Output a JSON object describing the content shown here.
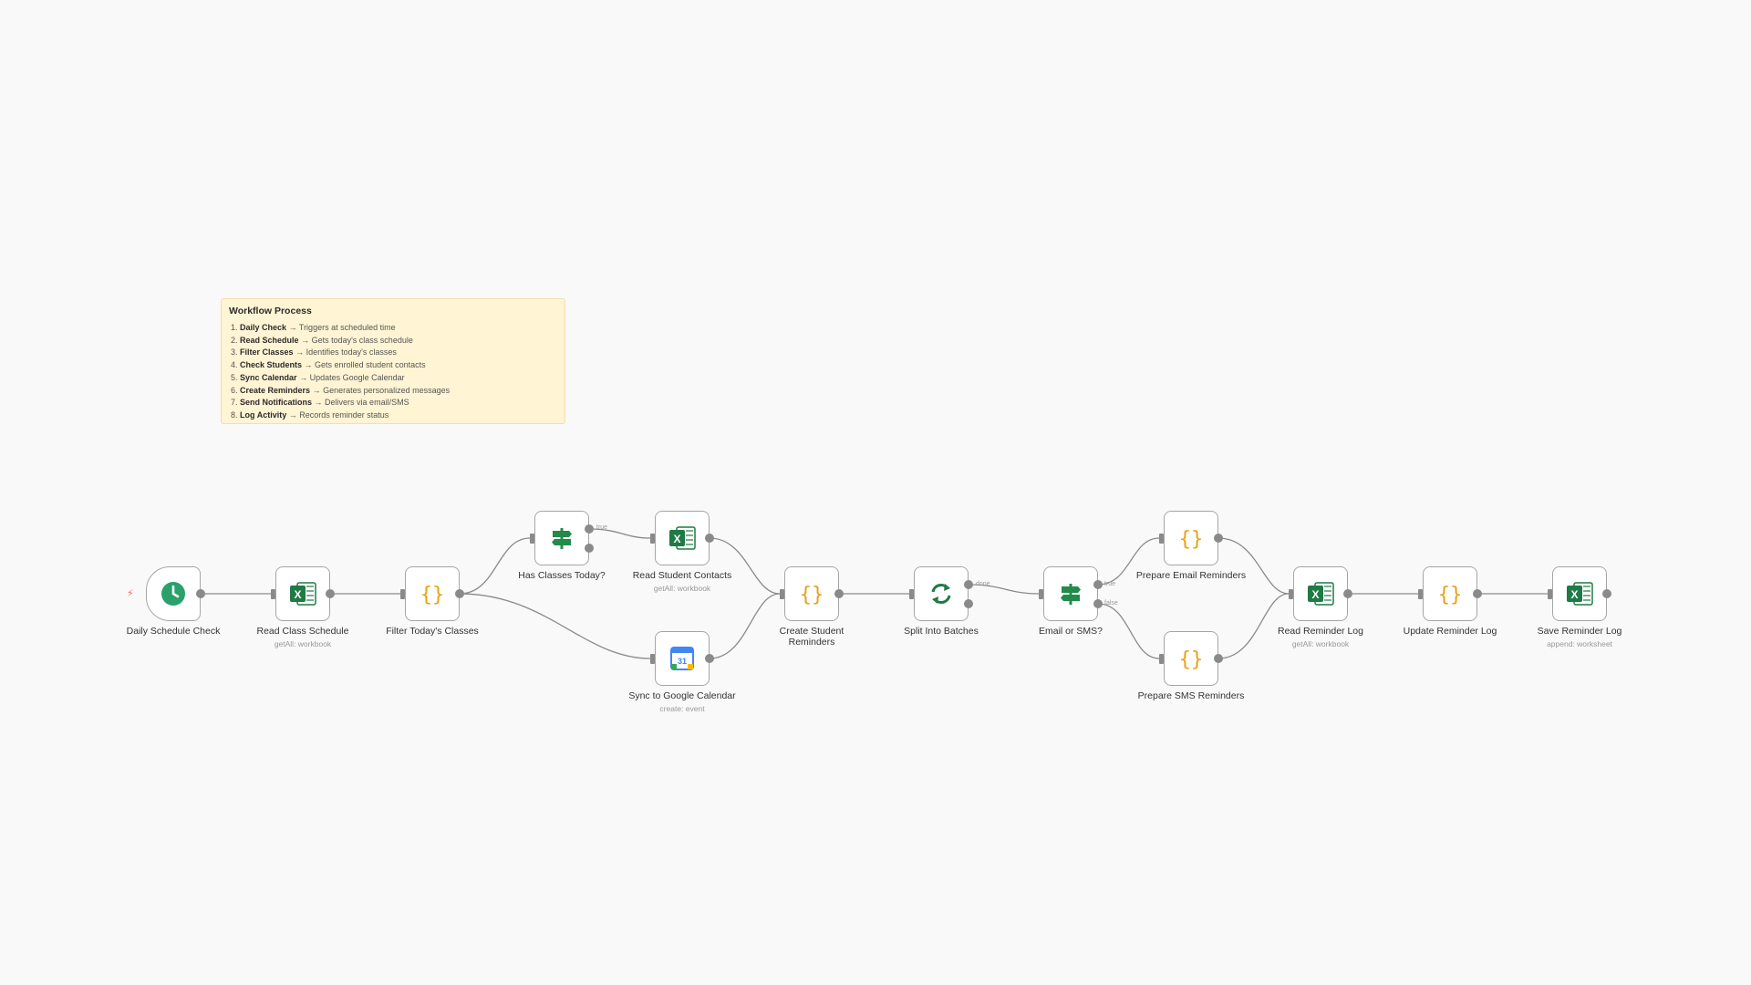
{
  "sticky": {
    "title": "Workflow Process",
    "items": [
      {
        "num": "1.",
        "bold": "Daily Check",
        "rest": " → Triggers at scheduled time"
      },
      {
        "num": "2.",
        "bold": "Read Schedule",
        "rest": " → Gets today's class schedule"
      },
      {
        "num": "3.",
        "bold": "Filter Classes",
        "rest": " → Identifies today's classes"
      },
      {
        "num": "4.",
        "bold": "Check Students",
        "rest": " → Gets enrolled student contacts"
      },
      {
        "num": "5.",
        "bold": "Sync Calendar",
        "rest": " → Updates Google Calendar"
      },
      {
        "num": "6.",
        "bold": "Create Reminders",
        "rest": " → Generates personalized messages"
      },
      {
        "num": "7.",
        "bold": "Send Notifications",
        "rest": " → Delivers via email/SMS"
      },
      {
        "num": "8.",
        "bold": "Log Activity",
        "rest": " → Records reminder status"
      }
    ]
  },
  "nodes": {
    "daily_schedule_check": {
      "label": "Daily Schedule Check",
      "icon": "clock-icon"
    },
    "read_class_schedule": {
      "label": "Read Class Schedule",
      "sub": "getAll: workbook",
      "icon": "excel-icon"
    },
    "filter_todays_classes": {
      "label": "Filter Today's Classes",
      "icon": "code-braces-icon"
    },
    "has_classes_today": {
      "label": "Has Classes Today?",
      "icon": "signpost-icon"
    },
    "read_student_contacts": {
      "label": "Read Student Contacts",
      "sub": "getAll: workbook",
      "icon": "excel-icon"
    },
    "sync_google_calendar": {
      "label": "Sync to Google Calendar",
      "sub": "create: event",
      "icon": "google-calendar-icon",
      "icon_text": "31"
    },
    "create_student_reminders": {
      "label_line1": "Create Student",
      "label_line2": "Reminders",
      "icon": "code-braces-icon"
    },
    "split_into_batches": {
      "label": "Split Into Batches",
      "icon": "loop-icon"
    },
    "email_or_sms": {
      "label": "Email or SMS?",
      "icon": "signpost-icon"
    },
    "prepare_email_reminders": {
      "label": "Prepare Email Reminders",
      "icon": "code-braces-icon"
    },
    "prepare_sms_reminders": {
      "label": "Prepare SMS Reminders",
      "icon": "code-braces-icon"
    },
    "read_reminder_log": {
      "label": "Read Reminder Log",
      "sub": "getAll: workbook",
      "icon": "excel-icon"
    },
    "update_reminder_log": {
      "label": "Update Reminder Log",
      "icon": "code-braces-icon"
    },
    "save_reminder_log": {
      "label": "Save Reminder Log",
      "sub": "append: worksheet",
      "icon": "excel-icon"
    }
  },
  "branch_labels": {
    "has_classes_true": "true",
    "split_done": "done",
    "email_true": "true",
    "email_false": "false"
  },
  "braces_glyph": "{}",
  "excel_letter": "X",
  "colors": {
    "background": "#f9f9f9",
    "sticky_bg": "#fff4d4",
    "edge": "#8a8a8a",
    "excel": "#1f7a45",
    "code": "#e8a21a",
    "if": "#228b4a",
    "clock": "#2aa06a",
    "trigger_bolt": "#ff6d5a"
  }
}
